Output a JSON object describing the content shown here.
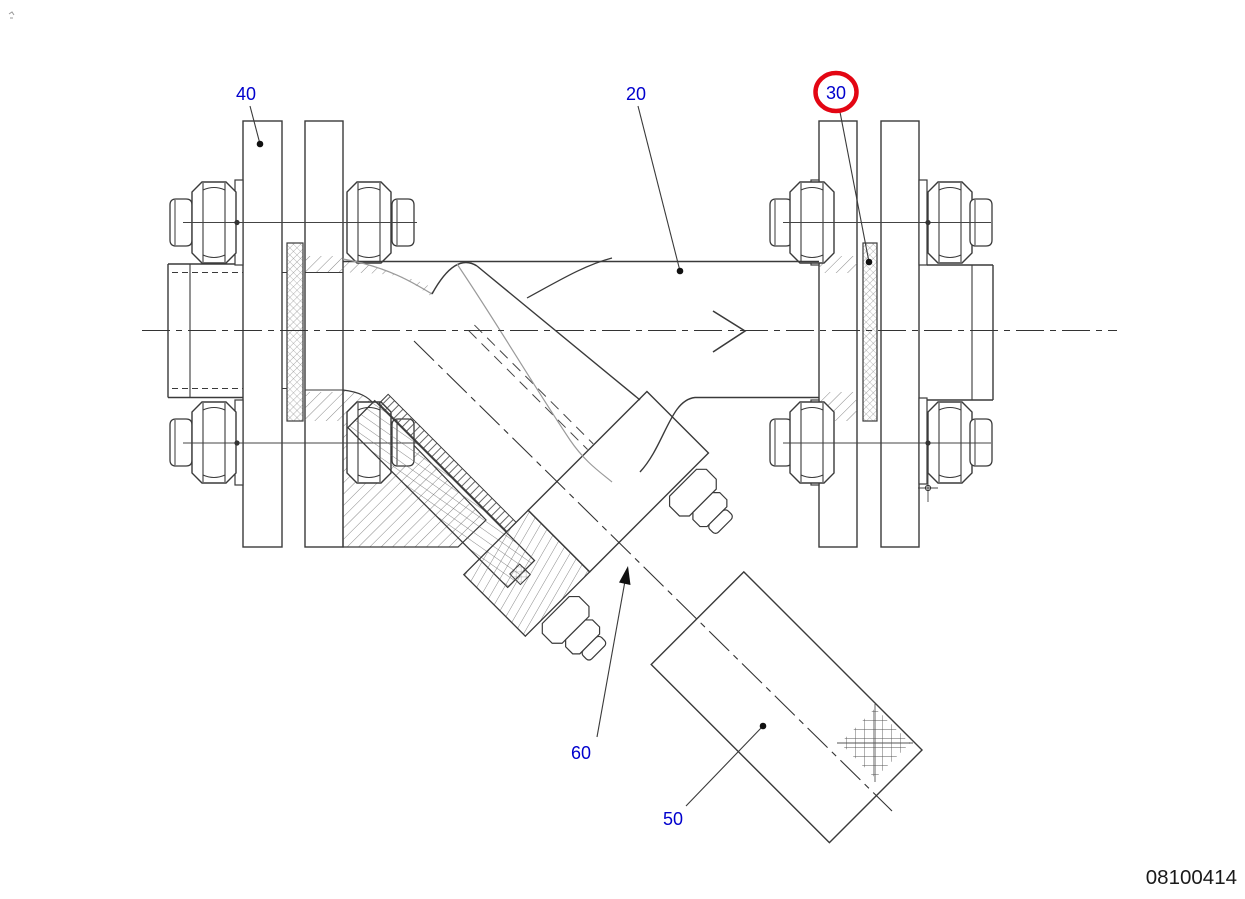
{
  "drawing": {
    "number": "08100414",
    "callouts": [
      {
        "id": "40",
        "label": "40",
        "highlighted": false,
        "points_to": "inlet-counter-flange"
      },
      {
        "id": "20",
        "label": "20",
        "highlighted": false,
        "points_to": "strainer-body"
      },
      {
        "id": "30",
        "label": "30",
        "highlighted": true,
        "points_to": "outlet-gasket"
      },
      {
        "id": "60",
        "label": "60",
        "highlighted": false,
        "points_to": "cover-joint"
      },
      {
        "id": "50",
        "label": "50",
        "highlighted": false,
        "points_to": "strainer-screen"
      }
    ],
    "colors": {
      "callout_text": "#0000cd",
      "highlight_ring": "#e30613",
      "main_line": "#3a3a3a",
      "light_line": "#9a9a9a"
    }
  }
}
